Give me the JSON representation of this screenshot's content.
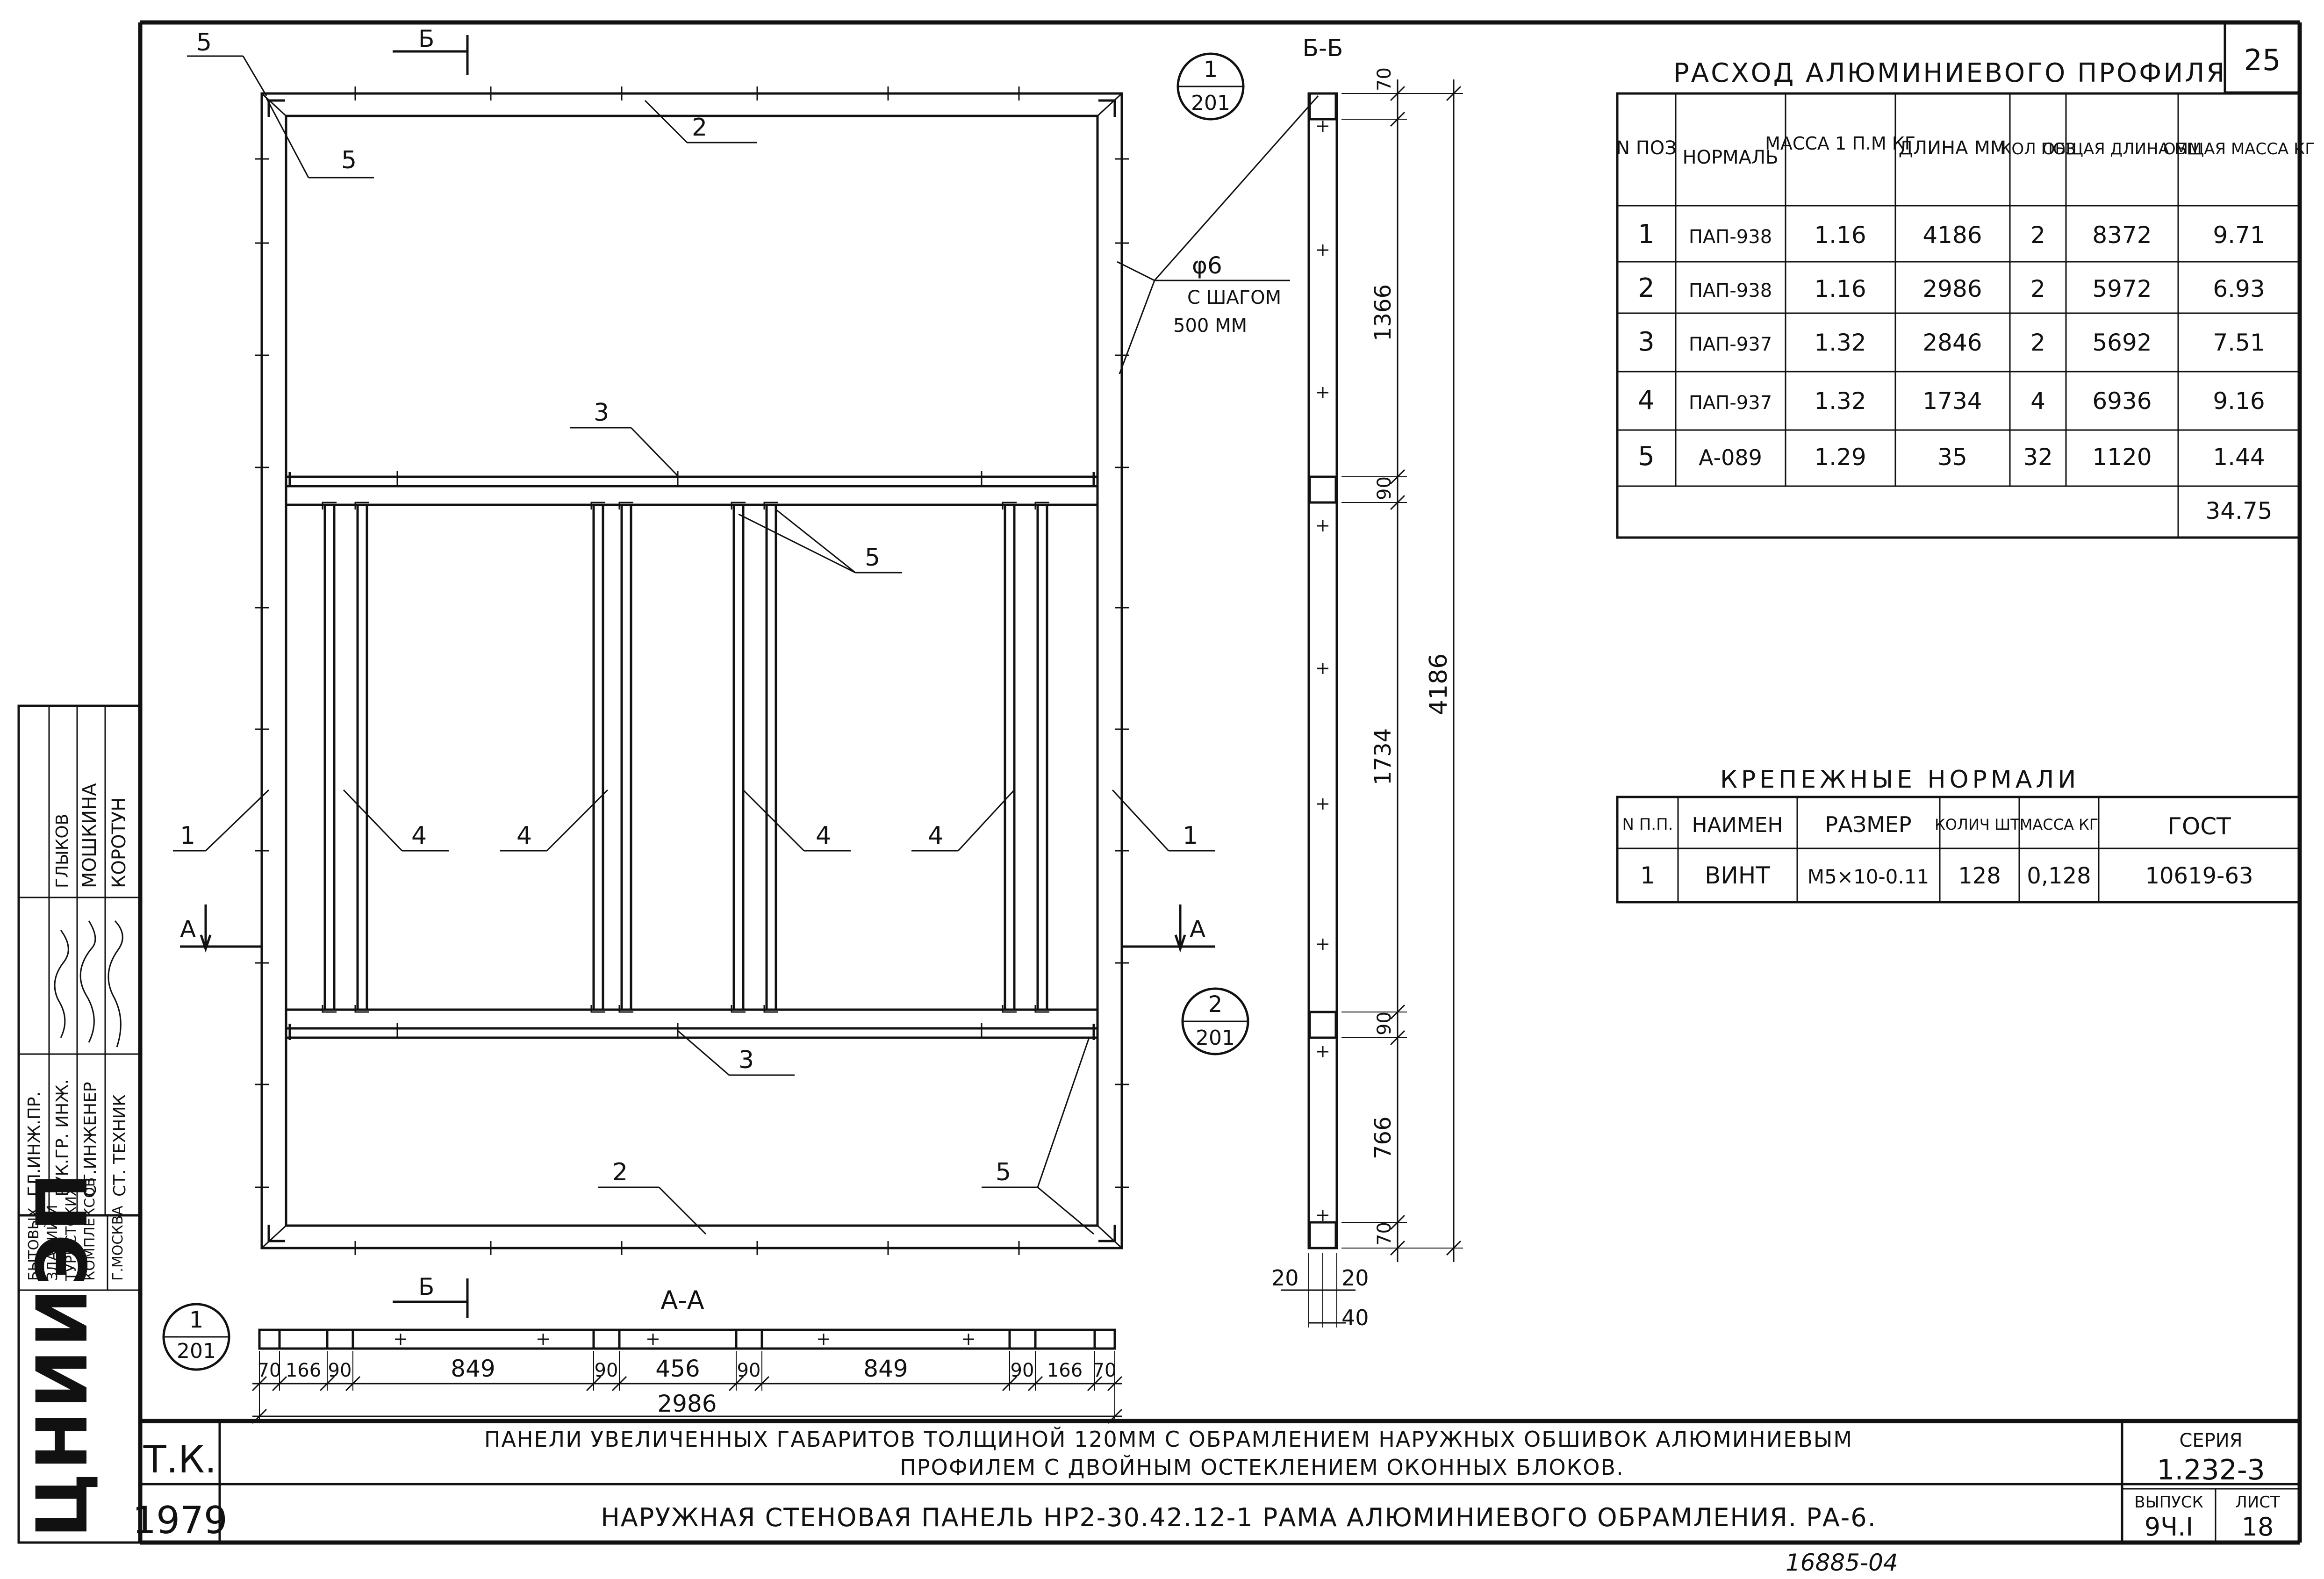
{
  "sheet_number": "25",
  "sections": {
    "bb_label": "Б-Б",
    "aa_label": "А-А",
    "b_marker": "Б",
    "a_marker": "А"
  },
  "callouts": {
    "c1_top": {
      "num": "1",
      "den": "201"
    },
    "c2_right": {
      "num": "2",
      "den": "201"
    },
    "c1_bottom": {
      "num": "1",
      "den": "201"
    }
  },
  "drawing_labels": {
    "pos5_top_outer": "5",
    "pos5_top_inner": "5",
    "pos2_top": "2",
    "pos2_bottom": "2",
    "pos3_upper": "3",
    "pos3_lower": "3",
    "pos5_middle": "5",
    "pos5_bottom": "5",
    "pos1_left": "1",
    "pos1_right": "1",
    "pos4_a": "4",
    "pos4_b": "4",
    "pos4_c": "4",
    "pos4_d": "4",
    "hole_dia": "φ6",
    "hole_step_1": "С ШАГОМ",
    "hole_step_2": "500 ММ"
  },
  "vertical_dims": {
    "d70_top": "70",
    "d1366": "1366",
    "d90_a": "90",
    "d1734": "1734",
    "d90_b": "90",
    "d766": "766",
    "d70_bot": "70",
    "total": "4186",
    "w20_left": "20",
    "w20_right": "20",
    "w40": "40"
  },
  "bottom_dims": [
    "70",
    "166",
    "90",
    "849",
    "90",
    "456",
    "90",
    "849",
    "90",
    "166",
    "70"
  ],
  "bottom_total": "2986",
  "profile_table": {
    "title": "РАСХОД АЛЮМИНИЕВОГО ПРОФИЛЯ",
    "headers": [
      "N ПОЗ",
      "НОРМАЛЬ",
      "МАССА 1 П.М КГ",
      "ДЛИНА ММ",
      "КОЛ ПОЗ",
      "ОБЩАЯ ДЛИНА ММ",
      "ОБЩАЯ МАССА КГ"
    ],
    "rows": [
      [
        "1",
        "ПАП-938",
        "1.16",
        "4186",
        "2",
        "8372",
        "9.71"
      ],
      [
        "2",
        "ПАП-938",
        "1.16",
        "2986",
        "2",
        "5972",
        "6.93"
      ],
      [
        "3",
        "ПАП-937",
        "1.32",
        "2846",
        "2",
        "5692",
        "7.51"
      ],
      [
        "4",
        "ПАП-937",
        "1.32",
        "1734",
        "4",
        "6936",
        "9.16"
      ],
      [
        "5",
        "А-089",
        "1.29",
        "35",
        "32",
        "1120",
        "1.44"
      ]
    ],
    "total": "34.75"
  },
  "fastener_table": {
    "title": "КРЕПЕЖНЫЕ НОРМАЛИ",
    "headers": [
      "N П.П.",
      "НАИМЕН",
      "РАЗМЕР",
      "КОЛИЧ ШТ.",
      "МАССА КГ",
      "ГОСТ"
    ],
    "rows": [
      [
        "1",
        "ВИНТ",
        "М5×10-0.11",
        "128",
        "0,128",
        "10619-63"
      ]
    ]
  },
  "title_block": {
    "tk": "Т.К.",
    "year": "1979",
    "title_line1": "ПАНЕЛИ УВЕЛИЧЕННЫХ ГАБАРИТОВ ТОЛЩИНОЙ 120ММ С ОБРАМЛЕНИЕМ НАРУЖНЫХ ОБШИВОК АЛЮМИНИЕВЫМ",
    "title_line2": "ПРОФИЛЕМ С ДВОЙНЫМ ОСТЕКЛЕНИЕМ ОКОННЫХ БЛОКОВ.",
    "title_line3": "НАРУЖНАЯ СТЕНОВАЯ ПАНЕЛЬ НР2-30.42.12-1   РАМА АЛЮМИНИЕВОГО ОБРАМЛЕНИЯ. РА-6.",
    "series_label": "СЕРИЯ",
    "series_value": "1.232-3",
    "issue_label": "ВЫПУСК",
    "issue_value": "9Ч.I",
    "sheet_label": "ЛИСТ",
    "sheet_value": "18",
    "bottom_number": "16885-04"
  },
  "side_block": {
    "org_logo": "ЦНИИЭП",
    "org_text": [
      "БЫТОВЫХ",
      "ЗДАНИЙ И",
      "ТУРИСТСКИХ",
      "КОМПЛЕКСОВ",
      "Г.МОСКВА"
    ],
    "roles": [
      "ГЛ.ИНЖ.ПР.",
      "РУК.ГР. ИНЖ.",
      "СТ.ИНЖЕНЕР",
      "СТ. ТЕХНИК"
    ],
    "names": [
      "",
      "ГЛЫКОВ",
      "МОШКИНА",
      "КОРОТУН"
    ]
  }
}
